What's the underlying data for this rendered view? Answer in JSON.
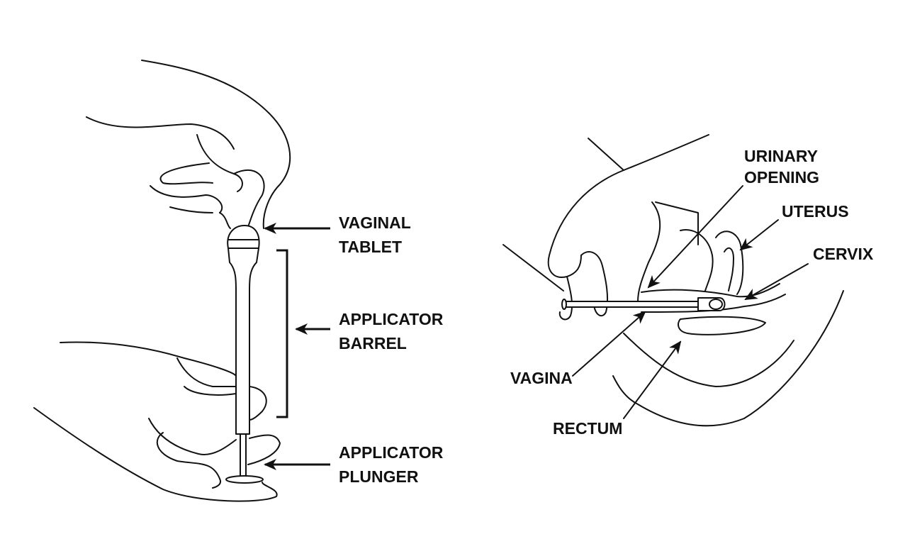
{
  "left_figure": {
    "labels": {
      "vaginal_tablet": [
        "VAGINAL",
        "TABLET"
      ],
      "applicator_barrel": [
        "APPLICATOR",
        "BARREL"
      ],
      "applicator_plunger": [
        "APPLICATOR",
        "PLUNGER"
      ]
    }
  },
  "right_figure": {
    "labels": {
      "urinary_opening": [
        "URINARY",
        "OPENING"
      ],
      "uterus": "UTERUS",
      "cervix": "CERVIX",
      "vagina": "VAGINA",
      "rectum": "RECTUM"
    }
  },
  "colors": {
    "line": "#111111",
    "background": "#ffffff"
  }
}
